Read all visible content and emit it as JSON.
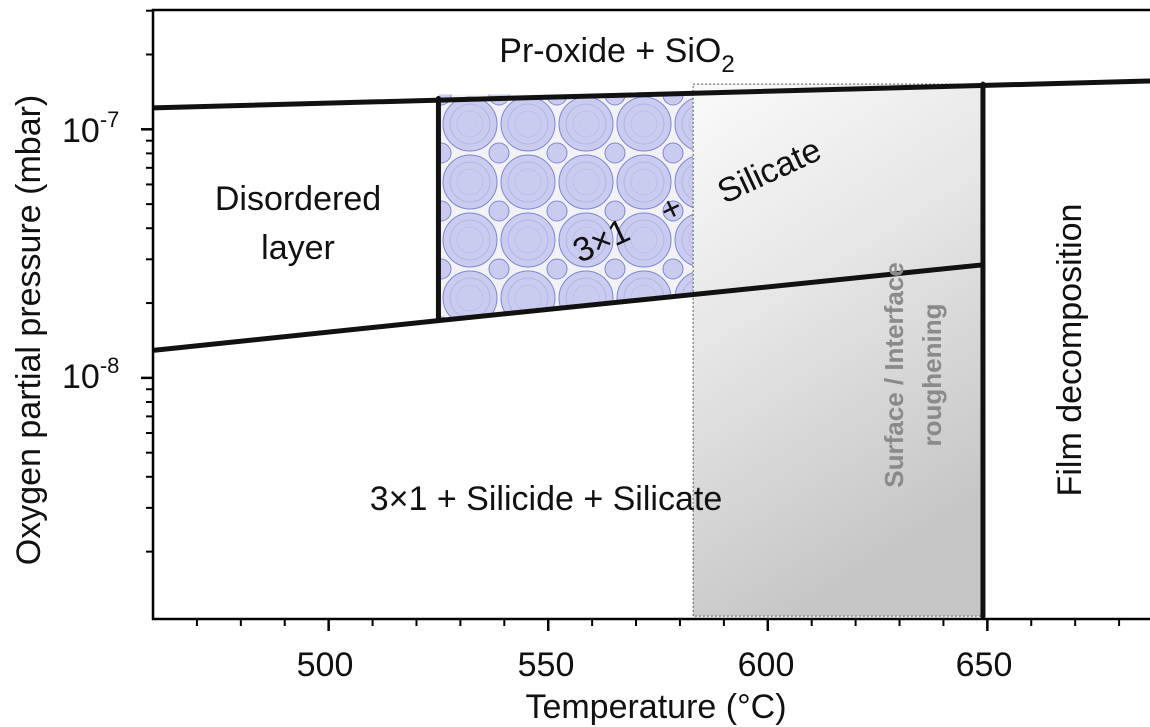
{
  "chart_data": {
    "type": "phase-diagram",
    "xlabel": "Temperature (°C)",
    "ylabel": "Oxygen partial pressure (mbar)",
    "xlim": [
      460,
      690
    ],
    "ylim_log10": [
      -8.97,
      -6.52
    ],
    "x_scale": "linear",
    "y_scale": "log",
    "x_ticks": [
      {
        "value": 500,
        "label": "500"
      },
      {
        "value": 550,
        "label": "550"
      },
      {
        "value": 600,
        "label": "600"
      },
      {
        "value": 650,
        "label": "650"
      }
    ],
    "y_ticks": [
      {
        "value": 1e-07,
        "base": "10",
        "exp": "-7"
      },
      {
        "value": 1e-08,
        "base": "10",
        "exp": "-8"
      }
    ],
    "boundaries": [
      {
        "name": "upper",
        "points": [
          [
            460,
            1.22e-07
          ],
          [
            690,
            1.57e-07
          ]
        ]
      },
      {
        "name": "lower",
        "points": [
          [
            460,
            1.29e-08
          ],
          [
            525,
            1.7e-08
          ],
          [
            649,
            2.85e-08
          ]
        ]
      },
      {
        "name": "left-vertical",
        "points": [
          [
            525,
            1.7e-08
          ],
          [
            525,
            1.33e-07
          ]
        ]
      },
      {
        "name": "right-vertical",
        "points": [
          [
            649,
            1.1e-09
          ],
          [
            649,
            1.52e-07
          ]
        ]
      }
    ],
    "shaded_regions": [
      {
        "name": "3x1-pattern",
        "x": [
          525,
          583
        ],
        "top": 1.38e-07,
        "bottom_points": [
          [
            525,
            1.7e-08
          ],
          [
            583,
            2.22e-08
          ]
        ]
      },
      {
        "name": "roughening",
        "x": [
          583,
          649
        ],
        "y": [
          1.1e-09,
          1.52e-07
        ],
        "gradient": true
      }
    ],
    "region_labels": {
      "top": {
        "text": "Pr-oxide + SiO",
        "sub": "2"
      },
      "disordered_line1": "Disordered",
      "disordered_line2": "layer",
      "pattern_3x1": "3×1",
      "plus": "+",
      "silicate": "Silicate",
      "bottom": "3×1  +  Silicide + Silicate",
      "roughening_line1": "Surface / Interface",
      "roughening_line2": "roughening",
      "decomposition": "Film decomposition"
    }
  }
}
